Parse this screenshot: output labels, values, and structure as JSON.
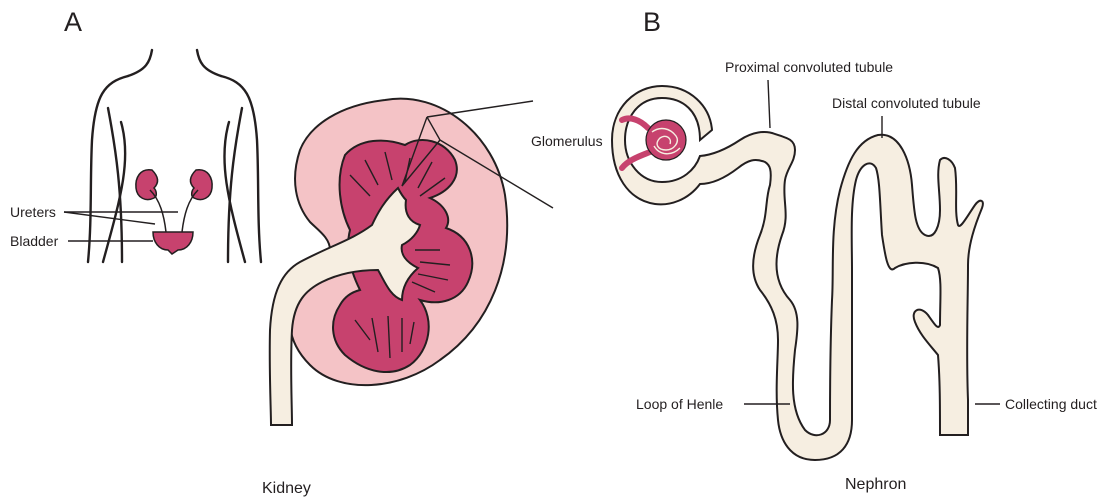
{
  "panel_a": {
    "letter": "A",
    "caption": "Kidney",
    "labels": {
      "ureters": "Ureters",
      "bladder": "Bladder"
    }
  },
  "panel_b": {
    "letter": "B",
    "caption": "Nephron",
    "labels": {
      "glomerulus": "Glomerulus",
      "proximal": "Proximal convoluted tubule",
      "distal": "Distal convoluted tubule",
      "loop": "Loop of Henle",
      "collecting": "Collecting duct"
    }
  },
  "colors": {
    "outline": "#231f20",
    "cortex": "#f4c3c6",
    "medulla": "#c7426e",
    "tubule": "#f6eee1",
    "background": "#ffffff"
  }
}
